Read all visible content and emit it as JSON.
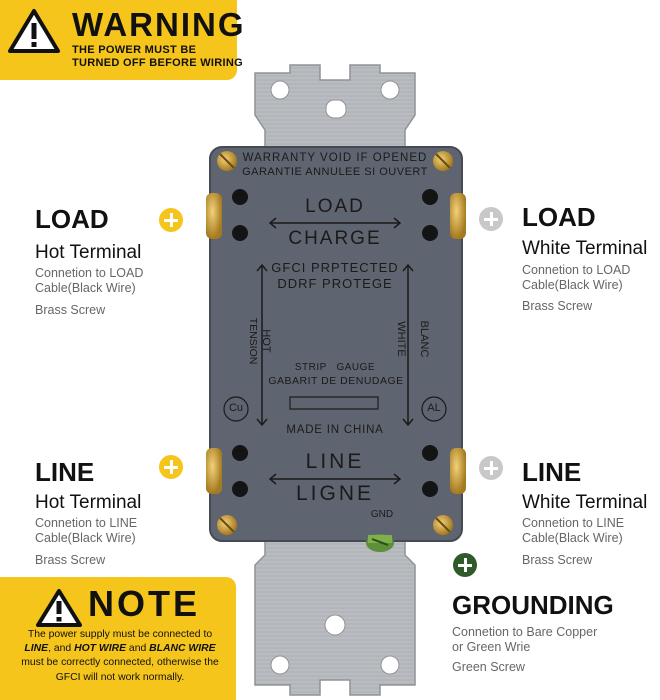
{
  "warning": {
    "title": "WARNING",
    "line1": "THE POWER MUST BE",
    "line2": "TURNED OFF BEFORE WIRING"
  },
  "note": {
    "title": "NOTE",
    "line1a": "The power supply must be connected to",
    "line2_em1": "LINE",
    "line2_mid": ", and ",
    "line2_em2": "HOT WIRE",
    "line2_and": " and ",
    "line2_em3": "BLANC WIRE",
    "line3": "must be correctly connected, otherwise the",
    "line4": "GFCI will not work normally."
  },
  "labels": {
    "load_left": {
      "title": "LOAD",
      "subtitle": "Hot Terminal",
      "desc1": "Connetion to LOAD",
      "desc2": "Cable(Black Wire)",
      "screw": "Brass Screw"
    },
    "load_right": {
      "title": "LOAD",
      "subtitle": "White Terminal",
      "desc1": "Connetion to LOAD",
      "desc2": "Cable(Black Wire)",
      "screw": "Brass Screw"
    },
    "line_left": {
      "title": "LINE",
      "subtitle": "Hot Terminal",
      "desc1": "Connetion to LINE",
      "desc2": "Cable(Black Wire)",
      "screw": "Brass Screw"
    },
    "line_right": {
      "title": "LINE",
      "subtitle": "White Terminal",
      "desc1": "Connetion to LINE",
      "desc2": "Cable(Black Wire)",
      "screw": "Brass Screw"
    },
    "grounding": {
      "title": "GROUNDING",
      "desc1": "Connetion to Bare Copper",
      "desc2": "or Green Wrie",
      "screw": "Green Screw"
    }
  },
  "device": {
    "warranty1": "WARRANTY VOID IF OPENED",
    "warranty2": "GARANTIE ANNULEE SI OUVERT",
    "load": "LOAD",
    "charge": "CHARGE",
    "protected1": "GFCI PRPTECTED",
    "protected2": "DDRF PROTEGE",
    "tension": "TENSION",
    "hot": "HOT",
    "white": "WHITE",
    "blanc": "BLANC",
    "strip": "STRIP   GAUGE",
    "gabarit": "GABARIT DE DENUDAGE",
    "cu": "Cu",
    "al": "AL",
    "made": "MADE IN CHINA",
    "line": "LINE",
    "ligne": "LIGNE",
    "gnd": "GND"
  },
  "colors": {
    "warning_yellow": "#f5c51c",
    "plus_yellow": "#f5c51c",
    "plus_gray": "#c8c8c8",
    "plus_green": "#2f5a2a",
    "device_body": "#5f6570",
    "brass": "#c8a23c"
  }
}
